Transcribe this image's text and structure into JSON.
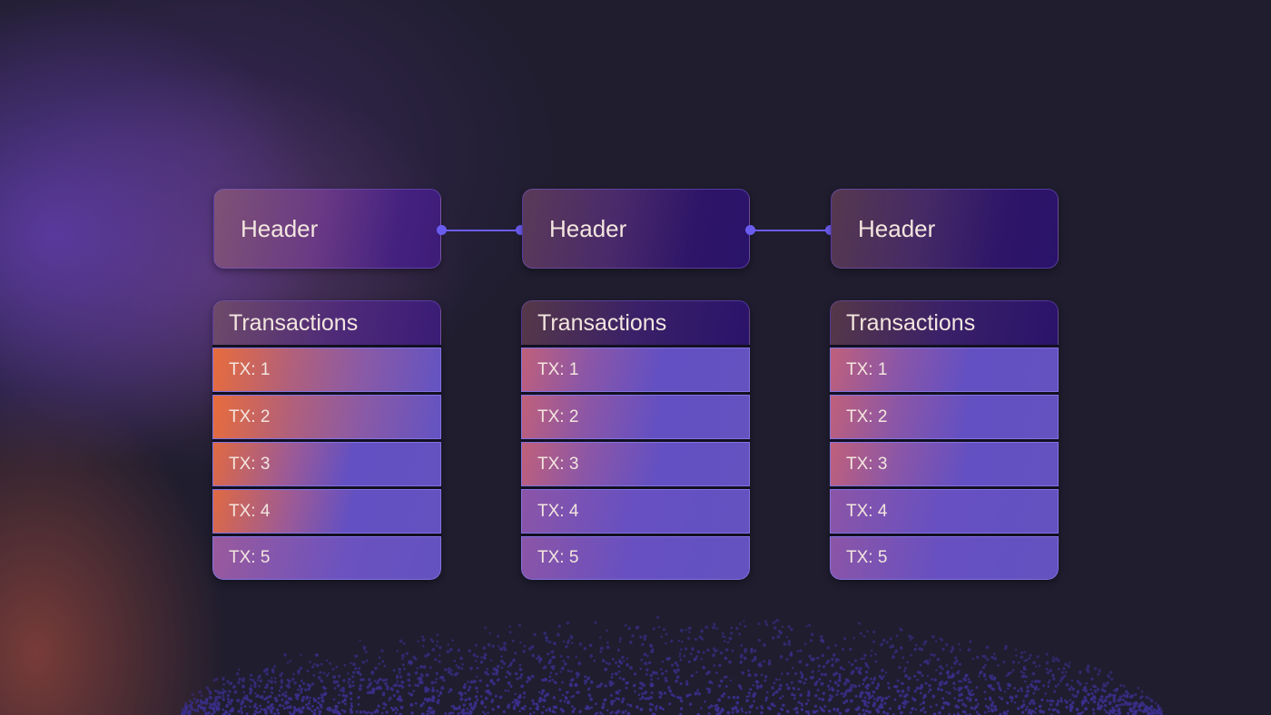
{
  "diagram": {
    "blocks": [
      {
        "header": "Header",
        "transactions_title": "Transactions",
        "transactions": [
          "TX: 1",
          "TX: 2",
          "TX: 3",
          "TX: 4",
          "TX: 5"
        ]
      },
      {
        "header": "Header",
        "transactions_title": "Transactions",
        "transactions": [
          "TX: 1",
          "TX: 2",
          "TX: 3",
          "TX: 4",
          "TX: 5"
        ]
      },
      {
        "header": "Header",
        "transactions_title": "Transactions",
        "transactions": [
          "TX: 1",
          "TX: 2",
          "TX: 3",
          "TX: 4",
          "TX: 5"
        ]
      }
    ],
    "colors": {
      "background": "#1f1d2e",
      "connector": "#6b5cf0",
      "text": "#f3e6df",
      "accent_orange": "#e86c3c",
      "accent_purple": "#6352c0",
      "particles": "#3a2f8a"
    }
  }
}
